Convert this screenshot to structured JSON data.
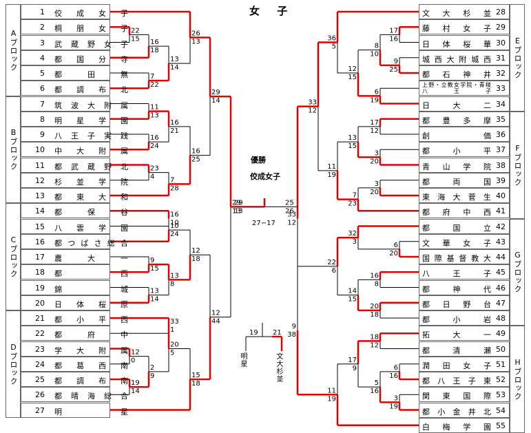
{
  "title": "女 子",
  "champion": {
    "label": "優勝",
    "team": "佼成女子",
    "score": "27−17"
  },
  "blocks": [
    "Aブロック",
    "Bブロック",
    "Cブロック",
    "Dブロック",
    "Eブロック",
    "Fブロック",
    "Gブロック",
    "Hブロック"
  ],
  "left_teams": [
    {
      "no": "1",
      "name": "佼成女子"
    },
    {
      "no": "2",
      "name": "桐朋女子"
    },
    {
      "no": "3",
      "name": "武蔵野女子"
    },
    {
      "no": "4",
      "name": "都国分寺"
    },
    {
      "no": "5",
      "name": "都田無"
    },
    {
      "no": "6",
      "name": "都調布北"
    },
    {
      "no": "7",
      "name": "筑波大附属"
    },
    {
      "no": "8",
      "name": "明星学園"
    },
    {
      "no": "9",
      "name": "八王子実践"
    },
    {
      "no": "10",
      "name": "中大附属"
    },
    {
      "no": "11",
      "name": "都武蔵野北"
    },
    {
      "no": "12",
      "name": "杉並学院"
    },
    {
      "no": "13",
      "name": "都東大和"
    },
    {
      "no": "14",
      "name": "都保谷"
    },
    {
      "no": "15",
      "name": "八雲学園"
    },
    {
      "no": "16",
      "name": "都つばさ総合"
    },
    {
      "no": "17",
      "name": "農大一"
    },
    {
      "no": "18",
      "name": "都西"
    },
    {
      "no": "19",
      "name": "錦城"
    },
    {
      "no": "20",
      "name": "日体桜原"
    },
    {
      "no": "21",
      "name": "都小平西"
    },
    {
      "no": "22",
      "name": "都府中"
    },
    {
      "no": "23",
      "name": "学大附属"
    },
    {
      "no": "24",
      "name": "都葛西南"
    },
    {
      "no": "25",
      "name": "都調布南"
    },
    {
      "no": "26",
      "name": "都晴海総合"
    },
    {
      "no": "27",
      "name": "明星"
    }
  ],
  "right_teams": [
    {
      "no": "28",
      "name": "文大杉並"
    },
    {
      "no": "29",
      "name": "藤村女子"
    },
    {
      "no": "30",
      "name": "日体桜華"
    },
    {
      "no": "31",
      "name": "城西大附城西"
    },
    {
      "no": "32",
      "name": "都石神井"
    },
    {
      "no": "33",
      "name": "上野・立教女学院・青稜",
      "line2": "八王子"
    },
    {
      "no": "34",
      "name": "日大二"
    },
    {
      "no": "35",
      "name": "都豊多摩"
    },
    {
      "no": "36",
      "name": "創価"
    },
    {
      "no": "37",
      "name": "都小平"
    },
    {
      "no": "38",
      "name": "青山学院"
    },
    {
      "no": "39",
      "name": "都両国"
    },
    {
      "no": "40",
      "name": "東海大菅生"
    },
    {
      "no": "41",
      "name": "都府中西"
    },
    {
      "no": "42",
      "name": "都国立"
    },
    {
      "no": "43",
      "name": "文華女子"
    },
    {
      "no": "44",
      "name": "国際基督教大"
    },
    {
      "no": "45",
      "name": "八王子"
    },
    {
      "no": "46",
      "name": "都神代"
    },
    {
      "no": "47",
      "name": "都日野台"
    },
    {
      "no": "48",
      "name": "都小岩"
    },
    {
      "no": "49",
      "name": "拓大一"
    },
    {
      "no": "50",
      "name": "都清瀬"
    },
    {
      "no": "51",
      "name": "潤田女子"
    },
    {
      "no": "52",
      "name": "都八王子東"
    },
    {
      "no": "53",
      "name": "関東国際"
    },
    {
      "no": "54",
      "name": "都小金井北"
    },
    {
      "no": "55",
      "name": "白梅学園"
    }
  ],
  "colors": {
    "win": "#e00000",
    "lose": "#000000",
    "border": "#666666"
  },
  "legend": {
    "left_score": "19",
    "right_score": "21",
    "left_team": "明星",
    "right_team": "文大杉並"
  }
}
